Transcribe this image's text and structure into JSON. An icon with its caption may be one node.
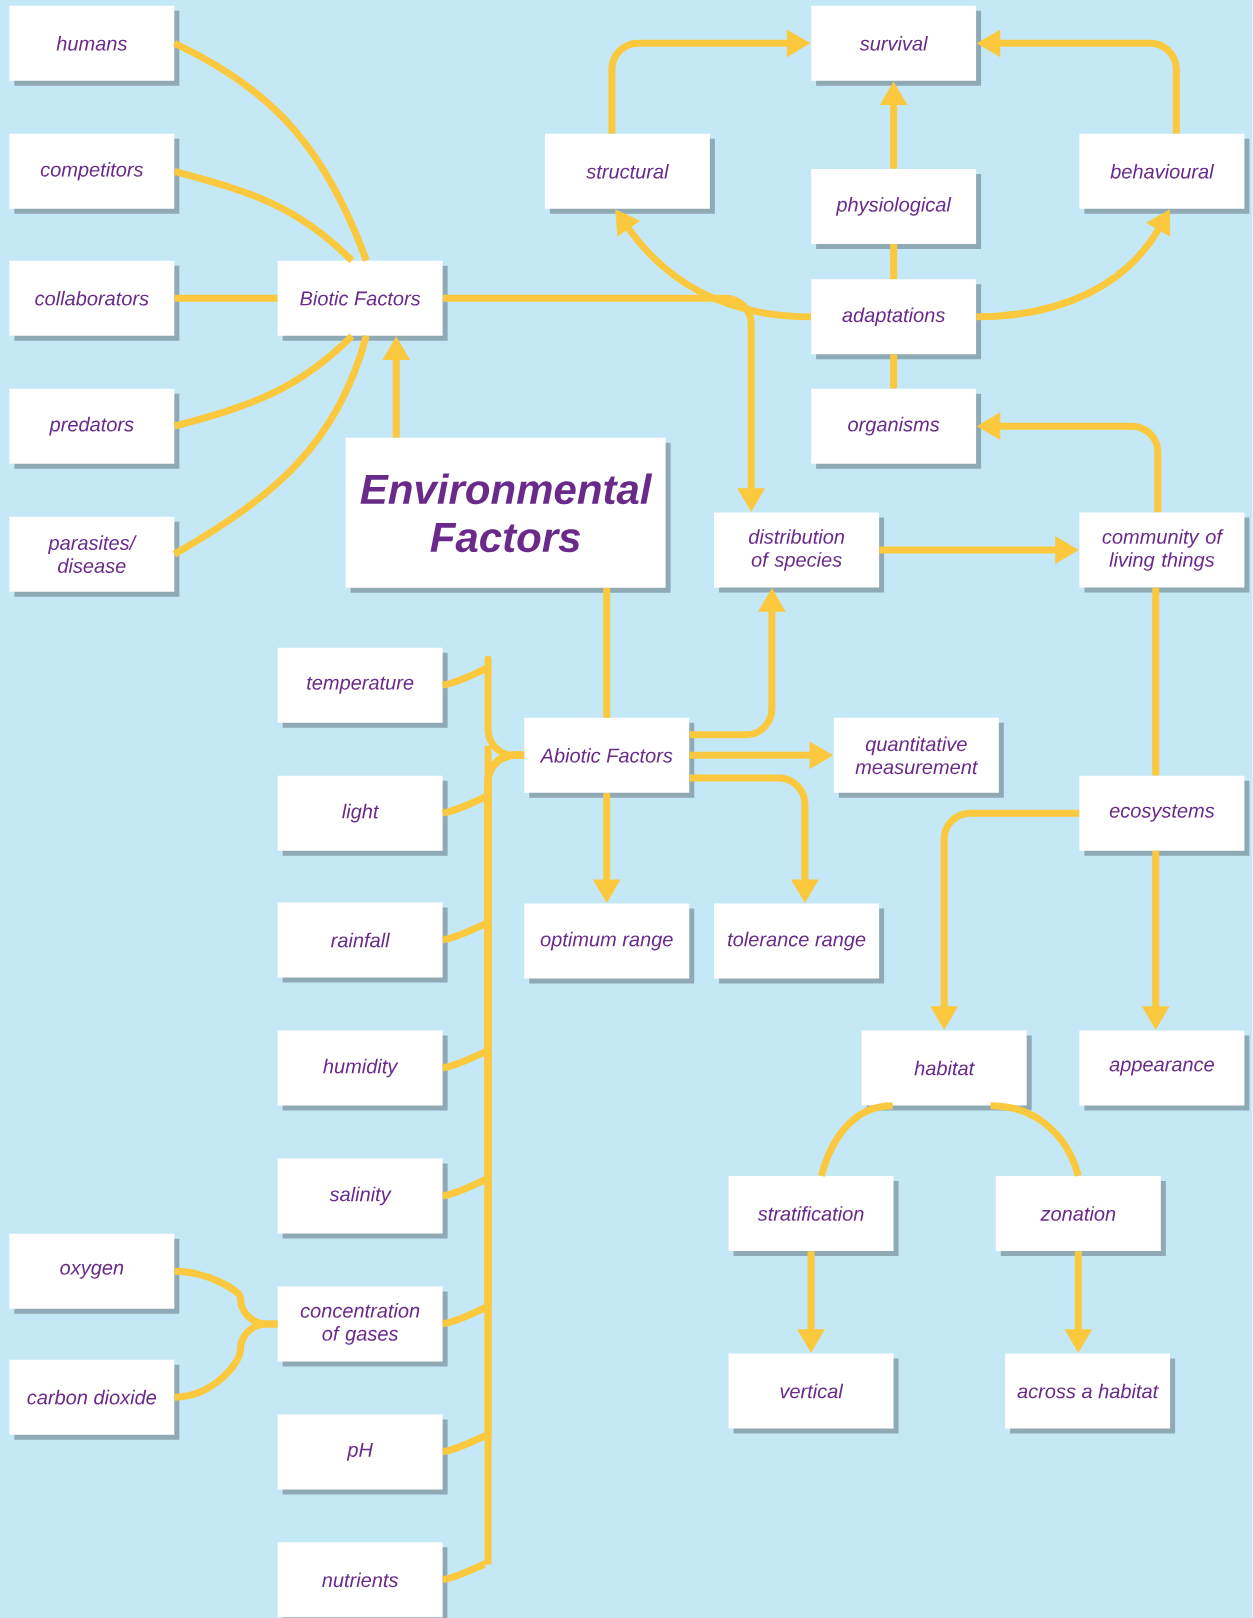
{
  "diagram": {
    "nodes": [
      {
        "text": [
          "humans"
        ]
      },
      {
        "text": [
          "competitors"
        ]
      },
      {
        "text": [
          "collaborators"
        ]
      },
      {
        "text": [
          "predators"
        ]
      },
      {
        "text": [
          "parasites/ disease"
        ]
      },
      {
        "text": [
          "Biotic Factors"
        ]
      },
      {
        "text": [
          "Environmental Factors"
        ]
      },
      {
        "text": [
          "structural"
        ]
      },
      {
        "text": [
          "survival"
        ]
      },
      {
        "text": [
          "physiological"
        ]
      },
      {
        "text": [
          "behavioural"
        ]
      },
      {
        "text": [
          "adaptations"
        ]
      },
      {
        "text": [
          "organisms"
        ]
      },
      {
        "text": [
          "distribution of species"
        ]
      },
      {
        "text": [
          "community of living things"
        ]
      },
      {
        "text": [
          "temperature"
        ]
      },
      {
        "text": [
          "light"
        ]
      },
      {
        "text": [
          "rainfall"
        ]
      },
      {
        "text": [
          "humidity"
        ]
      },
      {
        "text": [
          "salinity"
        ]
      },
      {
        "text": [
          "oxygen"
        ]
      },
      {
        "text": [
          "carbon dioxide"
        ]
      },
      {
        "text": [
          "concentration of gases"
        ]
      },
      {
        "text": [
          "pH"
        ]
      },
      {
        "text": [
          "nutrients"
        ]
      },
      {
        "text": [
          "Abiotic Factors"
        ]
      },
      {
        "text": [
          "quantitative measurement"
        ]
      },
      {
        "text": [
          "ecosystems"
        ]
      },
      {
        "text": [
          "optimum range"
        ]
      },
      {
        "text": [
          "tolerance range"
        ]
      },
      {
        "text": [
          "habitat"
        ]
      },
      {
        "text": [
          "appearance"
        ]
      },
      {
        "text": [
          "stratification"
        ]
      },
      {
        "text": [
          "zonation"
        ]
      },
      {
        "text": [
          "vertical"
        ]
      },
      {
        "text": [
          "across a habitat"
        ]
      }
    ],
    "edges": [
      {
        "from": 0,
        "to": 5,
        "arrow": "none"
      },
      {
        "from": 1,
        "to": 5,
        "arrow": "none"
      },
      {
        "from": 2,
        "to": 5,
        "arrow": "none"
      },
      {
        "from": 3,
        "to": 5,
        "arrow": "none"
      },
      {
        "from": 4,
        "to": 5,
        "arrow": "none"
      },
      {
        "from": 6,
        "to": 5,
        "arrow": "to"
      },
      {
        "from": 5,
        "to": 13,
        "arrow": "to"
      },
      {
        "from": 6,
        "to": 25,
        "arrow": "none"
      },
      {
        "from": 25,
        "to": 13,
        "arrow": "to"
      },
      {
        "from": 25,
        "to": 26,
        "arrow": "to"
      },
      {
        "from": 25,
        "to": 28,
        "arrow": "to"
      },
      {
        "from": 25,
        "to": 29,
        "arrow": "to"
      },
      {
        "from": 15,
        "to": 25,
        "arrow": "none"
      },
      {
        "from": 16,
        "to": 25,
        "arrow": "none"
      },
      {
        "from": 17,
        "to": 25,
        "arrow": "none"
      },
      {
        "from": 18,
        "to": 25,
        "arrow": "none"
      },
      {
        "from": 19,
        "to": 25,
        "arrow": "none"
      },
      {
        "from": 22,
        "to": 25,
        "arrow": "none"
      },
      {
        "from": 23,
        "to": 25,
        "arrow": "none"
      },
      {
        "from": 24,
        "to": 25,
        "arrow": "none"
      },
      {
        "from": 20,
        "to": 22,
        "arrow": "none"
      },
      {
        "from": 21,
        "to": 22,
        "arrow": "none"
      },
      {
        "from": 11,
        "to": 7,
        "arrow": "to"
      },
      {
        "from": 11,
        "to": 9,
        "arrow": "none"
      },
      {
        "from": 9,
        "to": 8,
        "arrow": "to"
      },
      {
        "from": 11,
        "to": 10,
        "arrow": "to"
      },
      {
        "from": 7,
        "to": 8,
        "arrow": "to"
      },
      {
        "from": 10,
        "to": 8,
        "arrow": "to"
      },
      {
        "from": 12,
        "to": 11,
        "arrow": "none"
      },
      {
        "from": 13,
        "to": 14,
        "arrow": "to"
      },
      {
        "from": 14,
        "to": 12,
        "arrow": "to"
      },
      {
        "from": 27,
        "to": 14,
        "arrow": "none"
      },
      {
        "from": 27,
        "to": 30,
        "arrow": "to"
      },
      {
        "from": 27,
        "to": 31,
        "arrow": "to"
      },
      {
        "from": 30,
        "to": 32,
        "arrow": "none"
      },
      {
        "from": 30,
        "to": 33,
        "arrow": "none"
      },
      {
        "from": 32,
        "to": 34,
        "arrow": "to"
      },
      {
        "from": 33,
        "to": 35,
        "arrow": "to"
      }
    ]
  }
}
